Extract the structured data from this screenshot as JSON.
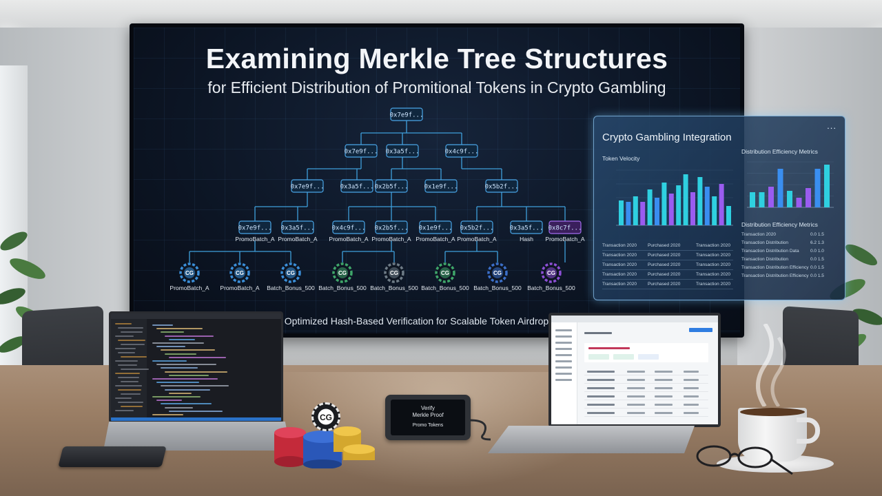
{
  "slide": {
    "title": "Examining Merkle Tree Structures",
    "subtitle": "for Efficient Distribution of Promitional Tokens in Crypto Gambling",
    "caption": "Optimized Hash-Based Verification for Scalable Token Airdrops"
  },
  "tree": {
    "root": "0x7e9f...",
    "level1": [
      "0x7e9f...",
      "0x3a5f...",
      "0x4c9f..."
    ],
    "level2": [
      "0x7e9f...",
      "0x3a5f...",
      "0x2b5f...",
      "0x1e9f...",
      "0x5b2f..."
    ],
    "level3": [
      "0x7e9f...",
      "0x3a5f...",
      "0x4c9f...",
      "0x2b5f...",
      "0x1e9f...",
      "0x5b2f...",
      "0x3a5f...",
      "0x8c7f..."
    ],
    "level3_labels": [
      "PromoBatch_A",
      "PromoBatch_A",
      "PromoBatch_A",
      "PromoBatch_A",
      "PromoBatch_A",
      "PromoBatch_A",
      "Hash",
      "PromoBatch_A"
    ],
    "leaf_chip_text": "CG",
    "leaf_labels": [
      "PromoBatch_A",
      "PromoBatch_A",
      "Batch_Bonus_500",
      "Batch_Bonus_500",
      "Batch_Bonus_500",
      "Batch_Bonus_500",
      "Batch_Bonus_500",
      "Batch_Bonus_500"
    ],
    "leaf_colors": [
      "#3b8fd9",
      "#3b8fd9",
      "#3b8fd9",
      "#3fa66a",
      "#6e7b86",
      "#3fa66a",
      "#3b6fc9",
      "#8d4fd6"
    ]
  },
  "panel": {
    "title": "Crypto Gambling Integration",
    "menu": "...",
    "chart1_label": "Token Velocity",
    "chart2_label": "Distribution Efficiency Metrics",
    "table2_label": "Distribution Efficiency Metrics",
    "table_rows": [
      [
        "Transaction 2020",
        "Purchased 2020",
        "Transaction 2020"
      ],
      [
        "Transaction 2020",
        "Purchased 2020",
        "Transaction 2020"
      ],
      [
        "Transaction 2020",
        "Purchased 2020",
        "Transaction 2020"
      ],
      [
        "Transaction 2020",
        "Purchased 2020",
        "Transaction 2020"
      ],
      [
        "Transaction 2020",
        "Purchased 2020",
        "Transaction 2020"
      ]
    ],
    "metrics_rows": [
      [
        "Transaction 2020",
        "0.0 1.5"
      ],
      [
        "Transaction Distribution",
        "6.2 1.3"
      ],
      [
        "Transaction Distribution Data",
        "0.0 1.0"
      ],
      [
        "Transaction Distribution",
        "0.0 1.5"
      ],
      [
        "Transaction Distribution Efficiency",
        "0.0 1.5"
      ],
      [
        "Transaction Distribution Efficiency",
        "0.0 1.5"
      ]
    ]
  },
  "device": {
    "line1": "Verify",
    "line2": "Merkle Proof",
    "line3": "Promo Tokens"
  },
  "chip": {
    "text": "CG"
  },
  "colors": {
    "accent": "#3aa0ff",
    "node_border": "#4aa6e8",
    "bar_cyan": "#2fd0e0",
    "bar_purple": "#9a5cf0",
    "bar_blue": "#3a8ef0"
  }
}
